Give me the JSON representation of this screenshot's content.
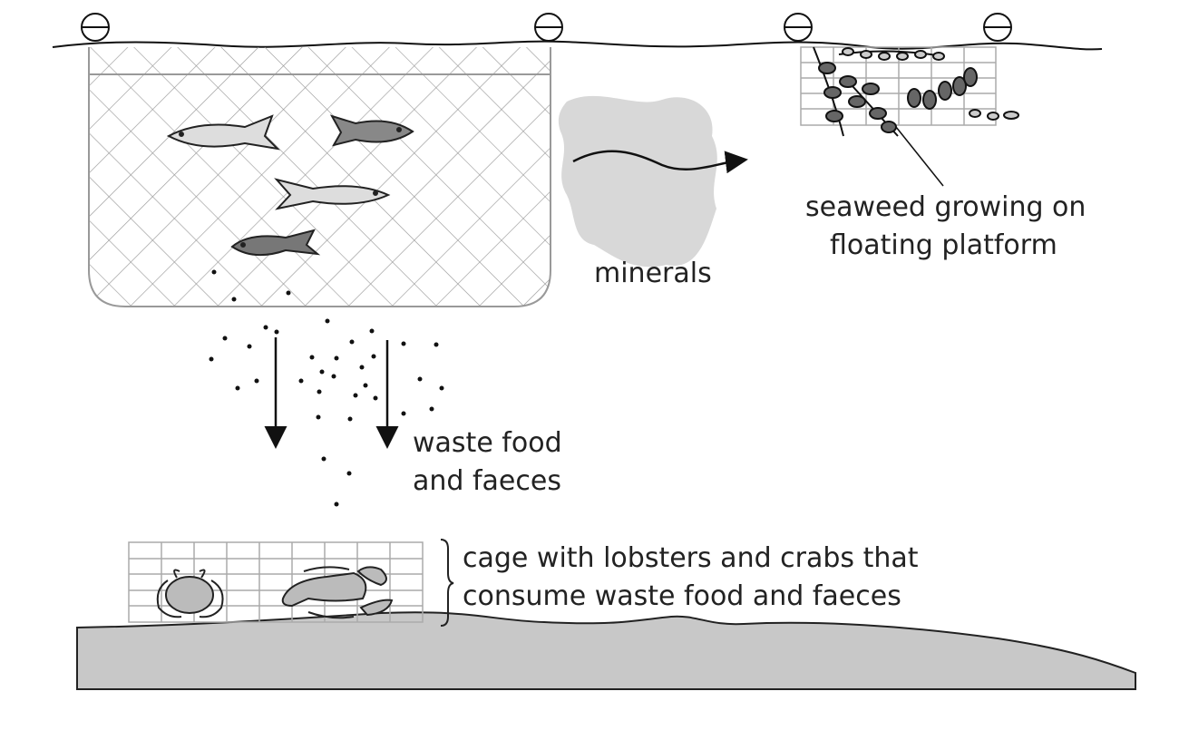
{
  "labels": {
    "seaweed": [
      "seaweed growing on",
      "floating platform"
    ],
    "minerals": "minerals",
    "waste": [
      "waste food",
      "and faeces"
    ],
    "cage": [
      "cage with lobsters and crabs that",
      "consume waste food and faeces"
    ]
  },
  "colors": {
    "seabed": "#c8c8c8",
    "mineral_cloud": "#d8d8d8",
    "grid": "#aaaaaa",
    "ink": "#222222"
  }
}
